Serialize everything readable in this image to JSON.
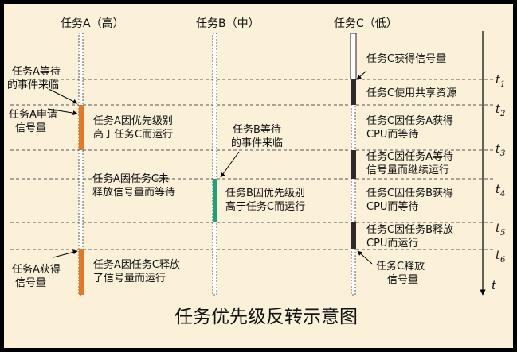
{
  "title": "任务优先级反转示意图",
  "tasks": [
    {
      "label": "任务A（高）"
    },
    {
      "label": "任务B（中）"
    },
    {
      "label": "任务C（低）"
    }
  ],
  "time_marks": [
    "t1",
    "t2",
    "t3",
    "t4",
    "t5",
    "t6"
  ],
  "time_axis_label": "t",
  "left_annotations": [
    [
      "任务A等待",
      "的事件来临"
    ],
    [
      "任务A申请",
      "信号量"
    ],
    [
      "任务A获得",
      "信号量"
    ]
  ],
  "task_a_texts": [
    [
      "任务A因优先级别",
      "高于任务C而运行"
    ],
    [
      "任务A因任务C未",
      "释放信号量而等待"
    ],
    [
      "任务A因任务C释放",
      "了信号量而运行"
    ]
  ],
  "task_b_texts": [
    [
      "任务B等待",
      "的事件来临"
    ],
    [
      "任务B因优先级别",
      "高于任务C而运行"
    ]
  ],
  "task_c_texts": [
    [
      "任务C获得信号量"
    ],
    [
      "任务C使用共享资源"
    ],
    [
      "任务C因任务A获得",
      "CPU而等待"
    ],
    [
      "任务C因任务A等待",
      "信号量而继续运行"
    ],
    [
      "任务C因任务B获得",
      "CPU而等待"
    ],
    [
      "任务C因任务B释放",
      "CPU而运行"
    ],
    [
      "任务C释放",
      "信号量"
    ]
  ],
  "colors": {
    "background": "#fbf1d8",
    "frame": "#000000",
    "task_a_bar": "#e87722",
    "task_b_bar": "#1aa37a",
    "task_c_bar": "#2a2a2a",
    "timeline_line": "#000000",
    "time_dash": "#555555"
  }
}
